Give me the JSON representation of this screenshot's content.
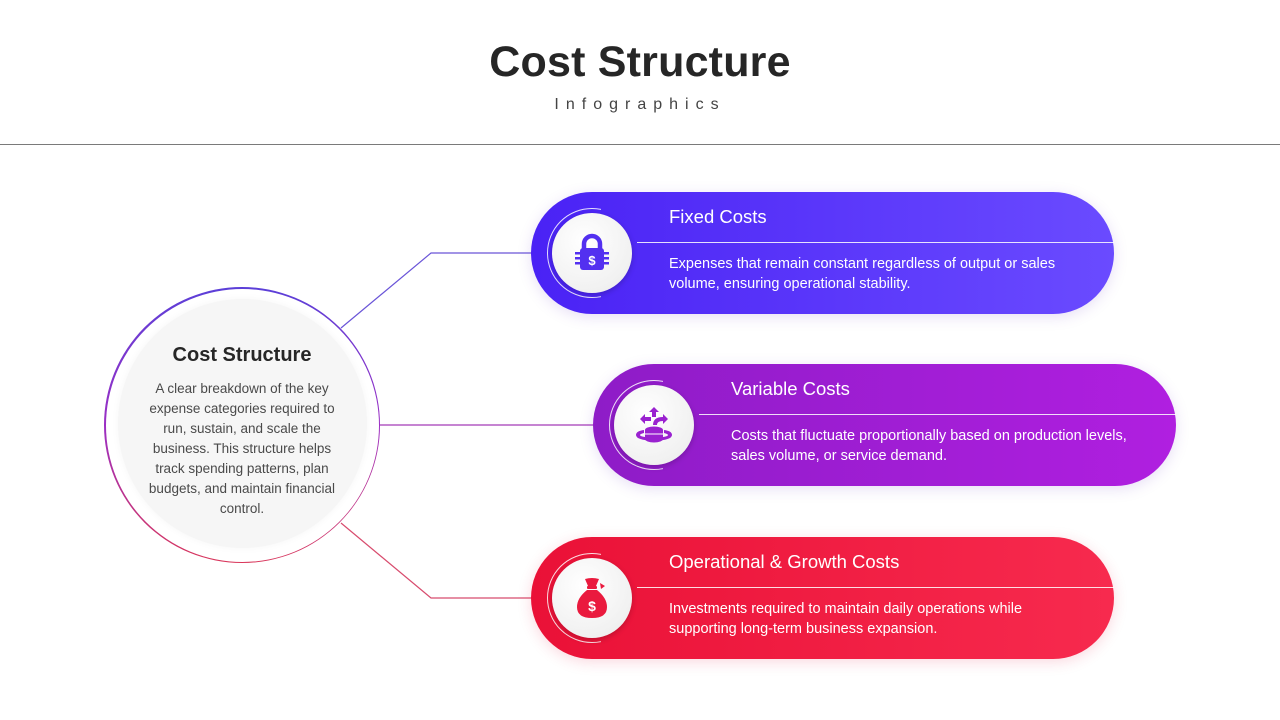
{
  "header": {
    "title": "Cost Structure",
    "subtitle": "Infographics"
  },
  "hub": {
    "title": "Cost Structure",
    "description": "A clear breakdown of the key expense categories required to run, sustain, and scale the business. This structure helps track spending patterns, plan budgets, and maintain financial control."
  },
  "cards": [
    {
      "title": "Fixed Costs",
      "description": "Expenses that remain constant regardless of output or sales volume, ensuring operational stability.",
      "icon": "lock-dollar-icon",
      "color_start": "#4a22f5",
      "color_end": "#6a4bff"
    },
    {
      "title": "Variable Costs",
      "description": "Costs that fluctuate proportionally based on production levels, sales volume, or service demand.",
      "icon": "coins-arrows-icon",
      "color_start": "#8e1cc7",
      "color_end": "#b01fe0"
    },
    {
      "title": "Operational & Growth Costs",
      "description": "Investments required to maintain daily operations while supporting long-term business expansion.",
      "icon": "money-bag-icon",
      "color_start": "#ea1137",
      "color_end": "#f72a4e"
    }
  ]
}
